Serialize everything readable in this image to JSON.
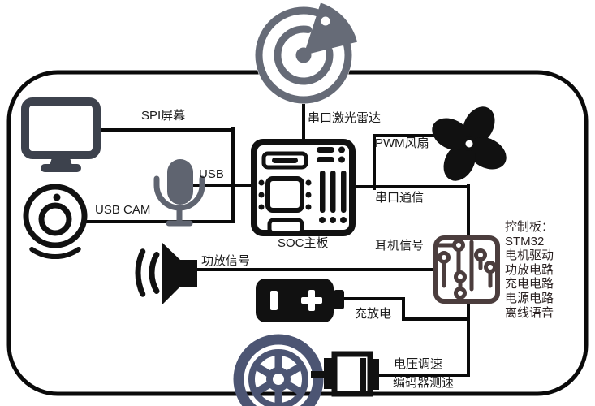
{
  "diagram": {
    "type": "hardware-architecture-diagram",
    "labels": {
      "spi_screen": "SPI屏幕",
      "usb": "USB",
      "usb_cam": "USB CAM",
      "serial_lidar": "串口激光雷达",
      "pwm_fan": "PWM风扇",
      "serial_comm": "串口通信",
      "headphone_signal": "耳机信号",
      "amp_signal": "功放信号",
      "soc_board": "SOC主板",
      "charge_discharge": "充放电",
      "voltage_speed": "电压调速",
      "encoder_speed": "编码器测速"
    },
    "control_board_notes": {
      "0": "控制板：",
      "1": "STM32",
      "2": "电机驱动",
      "3": "功放电路",
      "4": "充电电路",
      "5": "电源电路",
      "6": "离线语音"
    },
    "icons": [
      {
        "name": "monitor-icon",
        "color": "#3d424d"
      },
      {
        "name": "radar-lidar-icon",
        "color": "#666b77"
      },
      {
        "name": "microphone-icon",
        "color": "#5f6470"
      },
      {
        "name": "webcam-icon",
        "color": "#111111"
      },
      {
        "name": "soc-board-icon",
        "color": "#111111"
      },
      {
        "name": "fan-icon",
        "color": "#111111"
      },
      {
        "name": "speaker-icon",
        "color": "#111111"
      },
      {
        "name": "battery-icon",
        "color": "#111111"
      },
      {
        "name": "control-board-icon",
        "color": "#4b3d3d"
      },
      {
        "name": "wheel-icon",
        "color": "#4c5573"
      },
      {
        "name": "motor-icon",
        "color": "#111111"
      }
    ],
    "colors": {
      "background": "#ffffff",
      "line": "#0a0a0a",
      "text": "#1c1c1c",
      "monitor": "#3d424d",
      "radar": "#666b77",
      "microphone": "#5f6470",
      "control_board": "#4b3d3d",
      "wheel": "#4c5573"
    }
  }
}
